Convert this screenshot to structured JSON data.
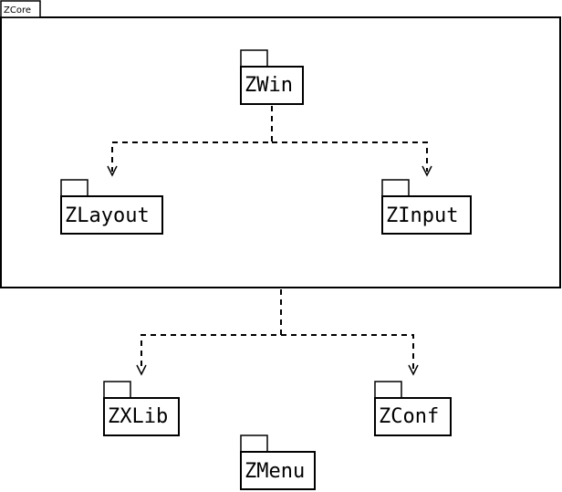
{
  "frame": {
    "label": "ZCore"
  },
  "packages": {
    "zwin": "ZWin",
    "zlayout": "ZLayout",
    "zinput": "ZInput",
    "zxlib": "ZXLib",
    "zconf": "ZConf",
    "zmenu": "ZMenu"
  },
  "colors": {
    "stroke": "#000000",
    "fill": "#ffffff"
  }
}
